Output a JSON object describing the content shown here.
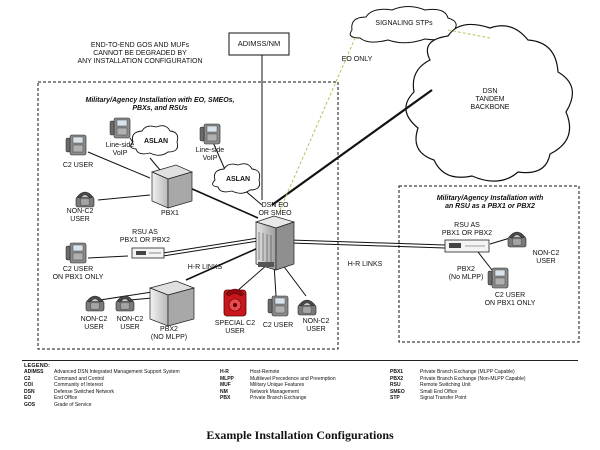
{
  "labels": {
    "adimss": "ADIMSS/NM",
    "signaling_stps": "SIGNALING STPs",
    "eo_only": "EO ONLY",
    "dsn_backbone": [
      "DSN",
      "TANDEM",
      "BACKBONE"
    ],
    "gos_note": [
      "END-TO-END GOS AND MUFs",
      "CANNOT BE DEGRADED BY",
      "ANY INSTALLATION CONFIGURATION"
    ],
    "main_title": [
      "Military/Agency Installation with EO, SMEOs,",
      "PBXs, and RSUs"
    ],
    "aslan": "ASLAN",
    "lineside_1": [
      "Line-side",
      "VoIP"
    ],
    "lineside_2": [
      "Line-side",
      "VoIP"
    ],
    "c2_user": "C2 USER",
    "pbx1": "PBX1",
    "non_c2_user_left": [
      "NON-C2",
      "USER"
    ],
    "dsn_eo": [
      "DSN EO",
      "OR SMEO"
    ],
    "rsu_pbx_left": [
      "RSU AS",
      "PBX1 OR PBX2"
    ],
    "c2_user_pbx1": [
      "C2 USER",
      "ON PBX1 ONLY"
    ],
    "hr_links_left": "H-R LINKS",
    "hr_links_mid": "H-R LINKS",
    "non_c2_a": [
      "NON-C2",
      "USER"
    ],
    "non_c2_b": [
      "NON-C2",
      "USER"
    ],
    "pbx2_left": [
      "PBX2",
      "(NO MLPP)"
    ],
    "special_c2": [
      "SPECIAL C2",
      "USER"
    ],
    "c2_user_bottom": "C2 USER",
    "non_c2_bottom": [
      "NON-C2",
      "USER"
    ],
    "right_title": [
      "Military/Agency Installation with",
      "an RSU as a PBX1 or PBX2"
    ],
    "rsu_pbx_right": [
      "RSU AS",
      "PBX1 OR PBX2"
    ],
    "non_c2_right": [
      "NON-C2",
      "USER"
    ],
    "pbx2_right": [
      "PBX2",
      "(No MLPP)"
    ],
    "c2_user_pbx1_right": [
      "C2 USER",
      "ON PBX1 ONLY"
    ]
  },
  "legend": {
    "title": "LEGEND:",
    "columns": [
      [
        {
          "abbr": "ADIMSS",
          "text": "Advanced DSN Integrated Management Support System"
        },
        {
          "abbr": "C2",
          "text": "Command and Control"
        },
        {
          "abbr": "COI",
          "text": "Community of Interest"
        },
        {
          "abbr": "DSN",
          "text": "Defense Switched Network"
        },
        {
          "abbr": "EO",
          "text": "End Office"
        },
        {
          "abbr": "GOS",
          "text": "Grade of Service"
        }
      ],
      [
        {
          "abbr": "H-R",
          "text": "Host-Remote"
        },
        {
          "abbr": "MLPP",
          "text": "Multilevel Precedence and Preemption"
        },
        {
          "abbr": "MUF",
          "text": "Military Unique Features"
        },
        {
          "abbr": "NM",
          "text": "Network Management"
        },
        {
          "abbr": "PBX",
          "text": "Private Branch Exchange"
        }
      ],
      [
        {
          "abbr": "PBX1",
          "text": "Private Branch Exchange (MLPP Capable)"
        },
        {
          "abbr": "PBX2",
          "text": "Private Branch Exchange (Non-MLPP Capable)"
        },
        {
          "abbr": "RSU",
          "text": "Remote Switching Unit"
        },
        {
          "abbr": "SMEO",
          "text": "Small End Office"
        },
        {
          "abbr": "STP",
          "text": "Signal Transfer Point"
        }
      ]
    ]
  },
  "caption": "Example Installation Configurations",
  "colors": {
    "line": "#111111",
    "dashed_link": "#b7c25a",
    "phone_body": "#6e6e6e",
    "special_phone": "#c8161c",
    "cloud_fill": "#ffffff"
  }
}
